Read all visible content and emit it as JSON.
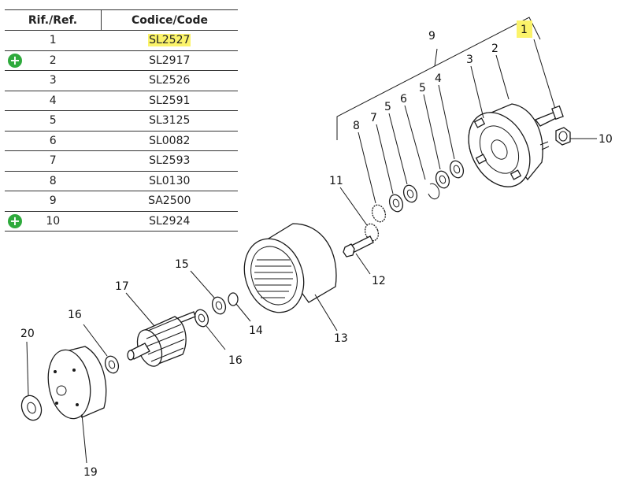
{
  "table": {
    "headers": {
      "ref": "Rif./Ref.",
      "code": "Codice/Code"
    },
    "rows": [
      {
        "ref": "1",
        "code": "SL2527",
        "highlighted": true,
        "add": false
      },
      {
        "ref": "2",
        "code": "SL2917",
        "highlighted": false,
        "add": true
      },
      {
        "ref": "3",
        "code": "SL2526",
        "highlighted": false,
        "add": false
      },
      {
        "ref": "4",
        "code": "SL2591",
        "highlighted": false,
        "add": false
      },
      {
        "ref": "5",
        "code": "SL3125",
        "highlighted": false,
        "add": false
      },
      {
        "ref": "6",
        "code": "SL0082",
        "highlighted": false,
        "add": false
      },
      {
        "ref": "7",
        "code": "SL2593",
        "highlighted": false,
        "add": false
      },
      {
        "ref": "8",
        "code": "SL0130",
        "highlighted": false,
        "add": false
      },
      {
        "ref": "9",
        "code": "SA2500",
        "highlighted": false,
        "add": false
      },
      {
        "ref": "10",
        "code": "SL2924",
        "highlighted": false,
        "add": true
      }
    ],
    "add_icon_glyph": "+"
  },
  "diagram": {
    "labels": {
      "l1": "1",
      "l2": "2",
      "l3": "3",
      "l4": "4",
      "l5a": "5",
      "l5b": "5",
      "l6": "6",
      "l7": "7",
      "l8": "8",
      "l9": "9",
      "l10": "10",
      "l11": "11",
      "l12": "12",
      "l13": "13",
      "l14": "14",
      "l15": "15",
      "l16a": "16",
      "l16b": "16",
      "l17": "17",
      "l19": "19",
      "l20": "20"
    }
  },
  "colors": {
    "highlight": "#fbf36a",
    "add_icon": "#2eaa3c"
  }
}
